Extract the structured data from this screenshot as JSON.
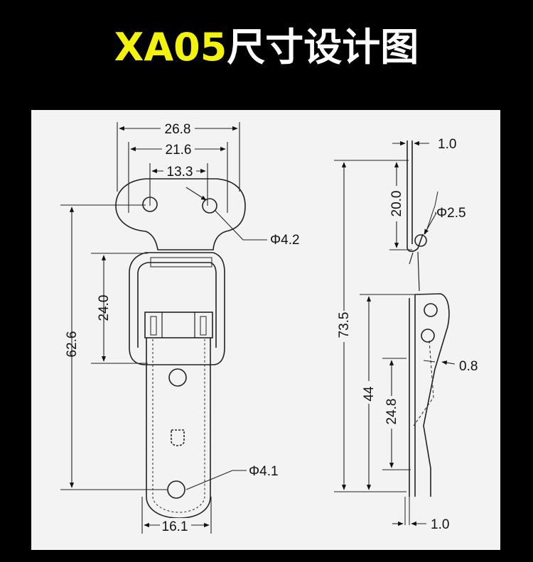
{
  "title": {
    "code": "XA05",
    "text": "尺寸设计图"
  },
  "colors": {
    "title_code": "#f2f20a",
    "title_text": "#ffffff",
    "background": "#000000",
    "sheet": "#f3f3f3"
  },
  "dimensions": {
    "w_26_8": "26.8",
    "w_21_6": "21.6",
    "w_13_3": "13.3",
    "w_16_1": "16.1",
    "h_62_6": "62.6",
    "h_24_0": "24.0",
    "h_73_5": "73.5",
    "h_20_0": "20.0",
    "h_44": "44",
    "h_24_8": "24.8",
    "t_1_0_top": "1.0",
    "t_1_0_bottom": "1.0",
    "t_0_8": "0.8",
    "d_4_2": "Φ4.2",
    "d_4_1": "Φ4.1",
    "d_2_5": "Φ2.5"
  }
}
